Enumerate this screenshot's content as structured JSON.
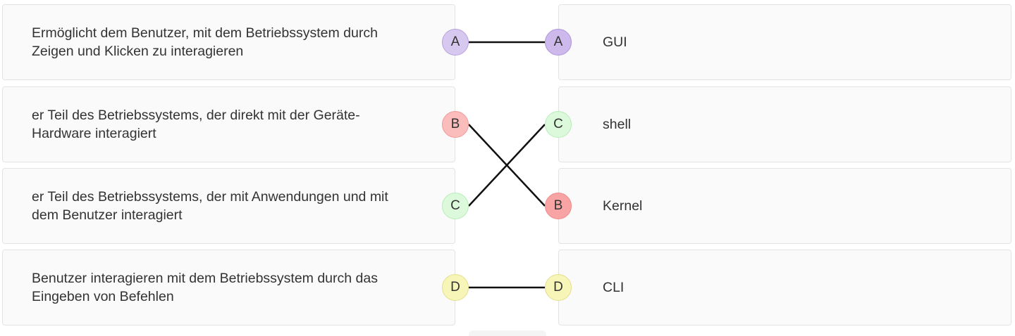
{
  "left_items": [
    {
      "key": "A",
      "text": "Ermöglicht dem Benutzer, mit dem Betriebssystem durch Zeigen und Klicken zu interagieren",
      "fill": "#d7c8ef",
      "border": "#b7a2dc"
    },
    {
      "key": "B",
      "text": "er Teil des Betriebssystems, der direkt mit der Geräte-Hardware interagiert",
      "fill": "#fbbcbc",
      "border": "#f09a9a"
    },
    {
      "key": "C",
      "text": "er Teil des Betriebssystems, der mit Anwendungen und mit dem Benutzer interagiert",
      "fill": "#dcf9dc",
      "border": "#b8ecb8"
    },
    {
      "key": "D",
      "text": "Benutzer interagieren mit dem Betriebssystem durch das Eingeben von Befehlen",
      "fill": "#f8f5b8",
      "border": "#e3df8a"
    }
  ],
  "right_items": [
    {
      "key": "A",
      "text": "GUI",
      "fill": "#cdb9ec",
      "border": "#ad94dc"
    },
    {
      "key": "C",
      "text": "shell",
      "fill": "#dcf9dc",
      "border": "#b8ecb8"
    },
    {
      "key": "B",
      "text": "Kernel",
      "fill": "#f9a4a4",
      "border": "#ee8b8b"
    },
    {
      "key": "D",
      "text": "CLI",
      "fill": "#f8f5b8",
      "border": "#e3df8a"
    }
  ],
  "connections": [
    {
      "from": "A",
      "to": "A"
    },
    {
      "from": "B",
      "to": "B"
    },
    {
      "from": "C",
      "to": "C"
    },
    {
      "from": "D",
      "to": "D"
    }
  ]
}
